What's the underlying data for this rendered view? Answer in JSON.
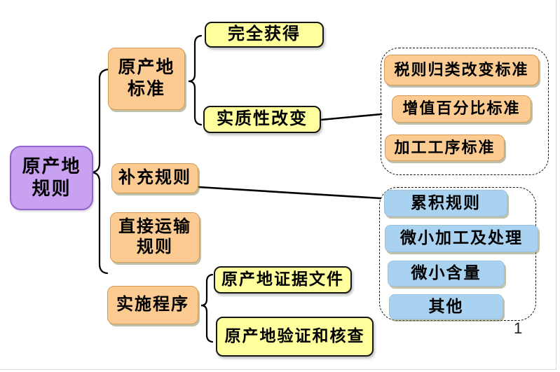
{
  "diagram": {
    "root": {
      "line1": "原产地",
      "line2": "规则"
    },
    "origin_criteria": {
      "line1": "原产地",
      "line2": "标准"
    },
    "wholly_obtained": "完全获得",
    "substantial_transformation": "实质性改变",
    "substantial_group": {
      "tariff_classification_change": "税则归类改变标准",
      "value_added_percentage": "增值百分比标准",
      "processing_operation": "加工工序标准"
    },
    "supplementary_rules": "补充规则",
    "supplementary_group": {
      "cumulation": "累积规则",
      "minimal_processing": "微小加工及处理",
      "de_minimis": "微小含量",
      "others": "其他"
    },
    "direct_transport": {
      "line1": "直接运输",
      "line2": "规则"
    },
    "implementation_procedures": "实施程序",
    "implementation_group": {
      "origin_evidence_documents": "原产地证据文件",
      "origin_verification_and_check": "原产地验证和核查"
    }
  },
  "page_number": "1",
  "colors": {
    "root_fill": "#c9a1f1",
    "root_border": "#9263cc",
    "branch_fill": "#fbcb92",
    "leaf_yellow_fill": "#ffff9d",
    "leaf_blue_fill": "#a9d2f1",
    "connector": "#000000"
  }
}
